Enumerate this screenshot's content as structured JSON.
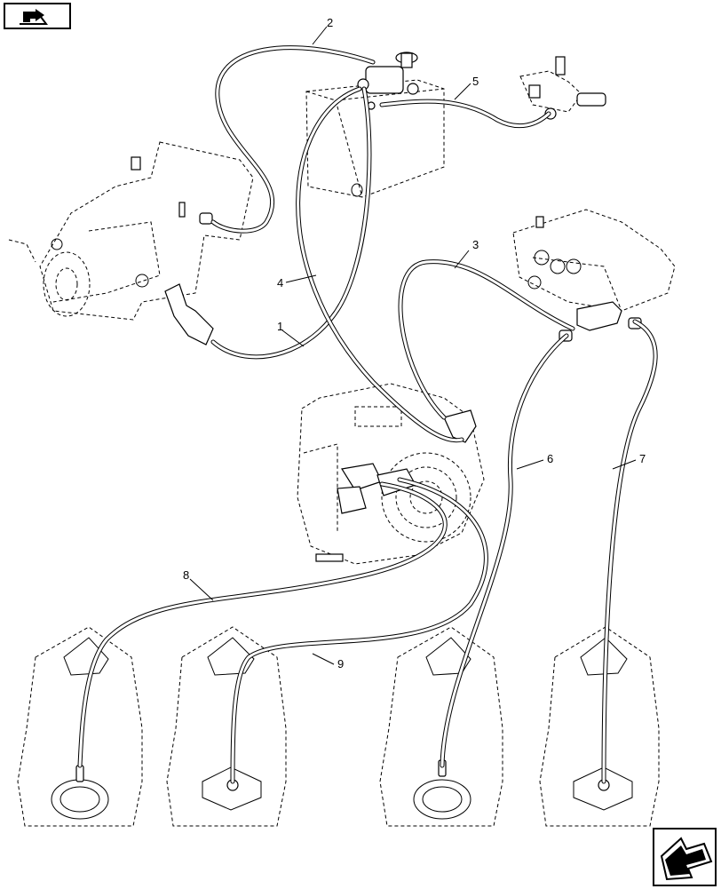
{
  "callouts": [
    "1",
    "2",
    "3",
    "4",
    "5",
    "6",
    "7",
    "8",
    "9"
  ],
  "icons": {
    "top_left": "view-switch-icon",
    "bottom_right": "next-page-arrow-icon"
  }
}
